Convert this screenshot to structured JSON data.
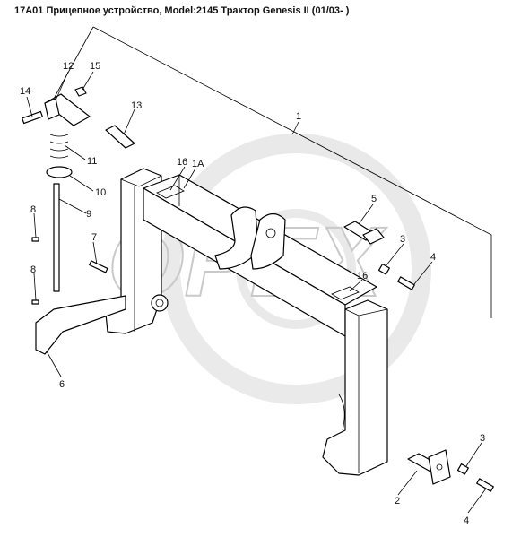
{
  "title": "17A01 Прицепное устройство, Model:2145 Трактор Genesis II (01/03- )",
  "watermark": "OPEX",
  "callouts": {
    "c1": "1",
    "c1a": "1A",
    "c2": "2",
    "c3a": "3",
    "c3b": "3",
    "c4a": "4",
    "c4b": "4",
    "c5": "5",
    "c6": "6",
    "c7": "7",
    "c8a": "8",
    "c8b": "8",
    "c9": "9",
    "c10": "10",
    "c11": "11",
    "c12": "12",
    "c13": "13",
    "c14": "14",
    "c15": "15",
    "c16a": "16",
    "c16b": "16"
  }
}
